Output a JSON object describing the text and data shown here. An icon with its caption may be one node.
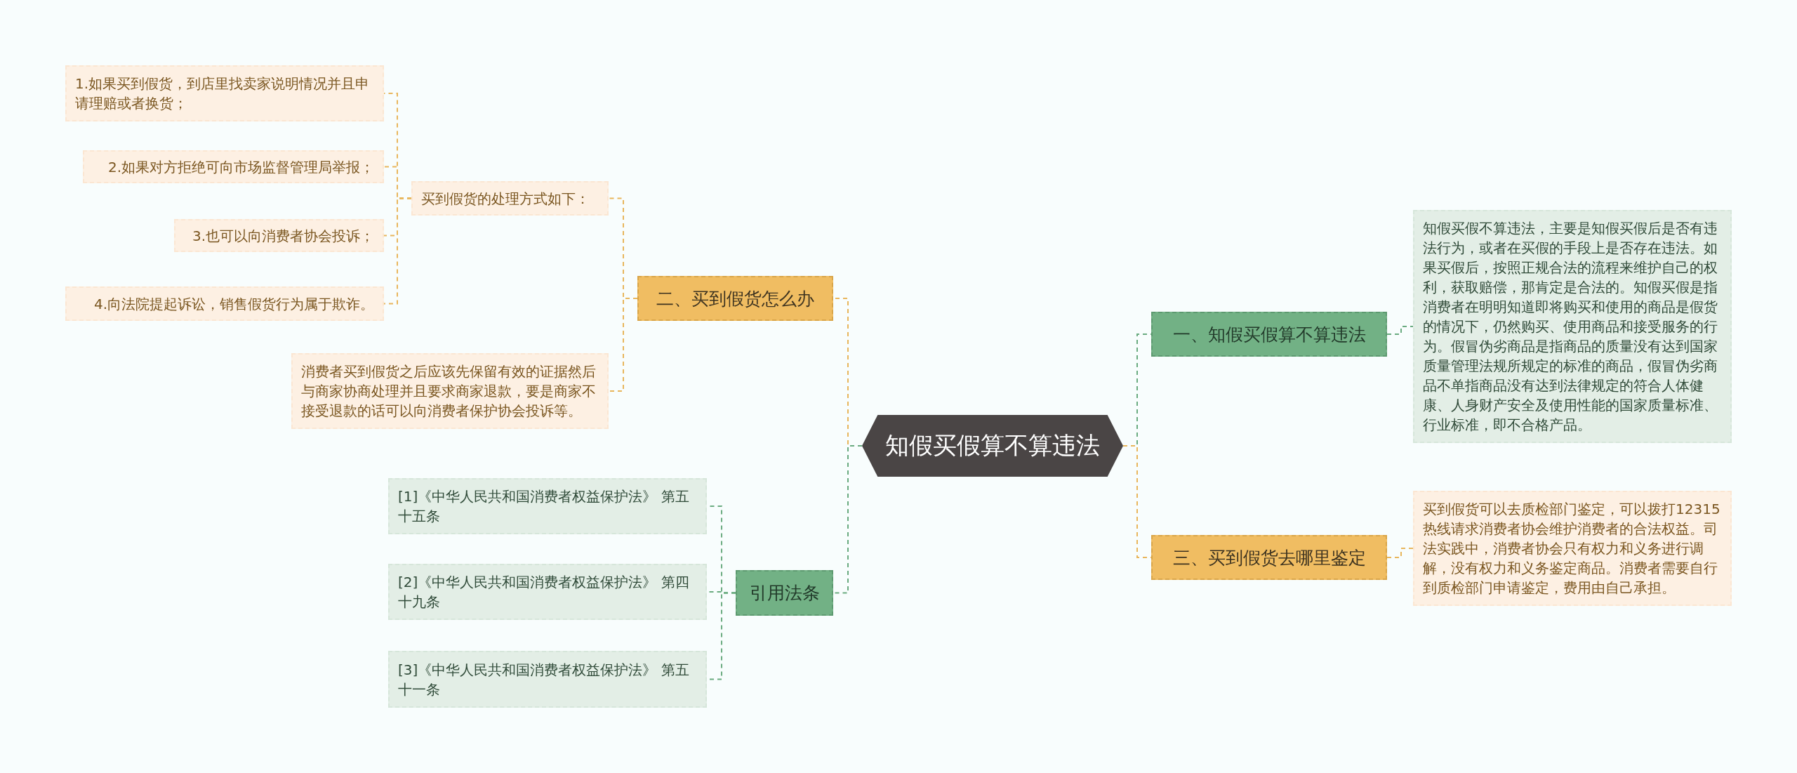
{
  "diagram": {
    "nodes": [
      {
        "text": [
          "知假买假算不算违法"
        ]
      },
      {
        "text": [
          "二、买到假货怎么办"
        ]
      },
      {
        "text": [
          "买到假货的处理方式如下："
        ]
      },
      {
        "text": [
          "1.如果买到假货，到店里找卖家说明情况并且申请理赔或者换货；"
        ]
      },
      {
        "text": [
          "2.如果对方拒绝可向市场监督管理局举报；"
        ]
      },
      {
        "text": [
          "3.也可以向消费者协会投诉；"
        ]
      },
      {
        "text": [
          "4.向法院提起诉讼，销售假货行为属于欺诈。"
        ]
      },
      {
        "text": [
          "消费者买到假货之后应该先保留有效的证据然后与商家协商处理并且要求商家退款，要是商家不接受退款的话可以向消费者保护协会投诉等。"
        ]
      },
      {
        "text": [
          "引用法条"
        ]
      },
      {
        "text": [
          "[1]《中华人民共和国消费者权益保护法》 第五十五条"
        ]
      },
      {
        "text": [
          "[2]《中华人民共和国消费者权益保护法》 第四十九条"
        ]
      },
      {
        "text": [
          "[3]《中华人民共和国消费者权益保护法》 第五十一条"
        ]
      },
      {
        "text": [
          "一、知假买假算不算违法"
        ]
      },
      {
        "text": [
          "知假买假不算违法，主要是知假买假后是否有违法行为，或者在买假的手段上是否存在违法。如果买假后，按照正规合法的流程来维护自己的权利，获取赔偿，那肯定是合法的。知假买假是指消费者在明明知道即将购买和使用的商品是假货的情况下，仍然购买、使用商品和接受服务的行为。假冒伪劣商品是指商品的质量没有达到国家质量管理法规所规定的标准的商品，假冒伪劣商品不单指商品没有达到法律规定的符合人体健康、人身财产安全及使用性能的国家质量标准、行业标准，即不合格产品。"
        ]
      },
      {
        "text": [
          "三、买到假货去哪里鉴定"
        ]
      },
      {
        "text": [
          "买到假货可以去质检部门鉴定，可以拨打12315热线请求消费者协会维护消费者的合法权益。司法实践中，消费者协会只有权力和义务进行调解，没有权力和义务鉴定商品。消费者需要自行到质检部门申请鉴定，费用由自己承担。"
        ]
      }
    ],
    "edges": [
      {
        "from": 0,
        "to": 1,
        "arrow": "none"
      },
      {
        "from": 1,
        "to": 2,
        "arrow": "none"
      },
      {
        "from": 2,
        "to": 3,
        "arrow": "none"
      },
      {
        "from": 2,
        "to": 4,
        "arrow": "none"
      },
      {
        "from": 2,
        "to": 5,
        "arrow": "none"
      },
      {
        "from": 2,
        "to": 6,
        "arrow": "none"
      },
      {
        "from": 1,
        "to": 7,
        "arrow": "none"
      },
      {
        "from": 0,
        "to": 8,
        "arrow": "none",
        "color": "#6aab80"
      },
      {
        "from": 8,
        "to": 9,
        "arrow": "none",
        "color": "#6aab80"
      },
      {
        "from": 8,
        "to": 10,
        "arrow": "none",
        "color": "#6aab80"
      },
      {
        "from": 8,
        "to": 11,
        "arrow": "none",
        "color": "#6aab80"
      },
      {
        "from": 0,
        "to": 12,
        "arrow": "none",
        "color": "#6aab80"
      },
      {
        "from": 12,
        "to": 13,
        "arrow": "none",
        "color": "#6aab80"
      },
      {
        "from": 0,
        "to": 14,
        "arrow": "none"
      },
      {
        "from": 14,
        "to": 15,
        "arrow": "none"
      }
    ]
  }
}
